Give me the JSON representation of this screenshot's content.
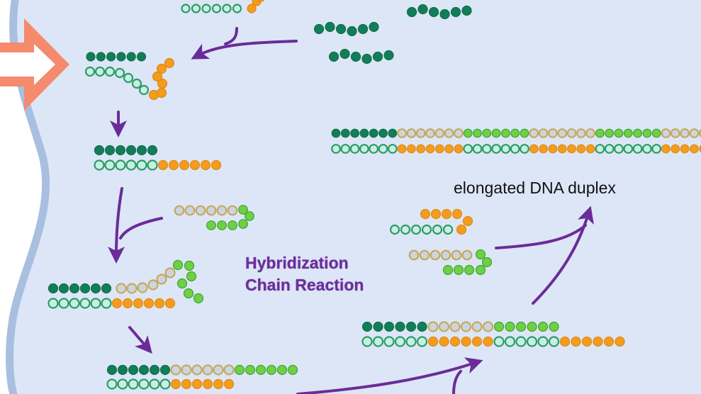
{
  "diagram": {
    "title_line1": "Hybridization",
    "title_line2": "Chain Reaction",
    "product_label": "elongated DNA duplex",
    "legend_colors": {
      "background": "#dde6f7",
      "cell_exterior": "#ffffff",
      "membrane": "#a9bfdf",
      "entry_arrow": "#f58a6c",
      "process_arrow": "#6a2c98",
      "initiator_fill": "#127e58",
      "initiator_stroke": "#0f6f4c",
      "domain_a_fill": "#c9d6e2",
      "domain_a_stroke": "#c9a85a",
      "domain_b_fill": "#f39c1e",
      "domain_b_stroke": "#e08a12",
      "domain_c_fill": "#6fcf46",
      "domain_c_stroke": "#3da52e",
      "domain_d_fill": "#c8f0e2",
      "domain_d_stroke": "#2e9a68"
    },
    "components": [
      {
        "name": "free-initiator-strand",
        "count": 3,
        "beads_each": 6
      },
      {
        "name": "hairpin-h1",
        "segments": [
          "open-green",
          "orange-loop"
        ]
      },
      {
        "name": "hairpin-h2",
        "segments": [
          "tan-open",
          "green-loop"
        ]
      },
      {
        "name": "initiator-hairpin-complex",
        "segments": [
          "initiator",
          "open-green",
          "orange"
        ]
      },
      {
        "name": "intermediate-duplex",
        "segments": [
          "initiator/open-green",
          "tan/orange",
          "green"
        ]
      },
      {
        "name": "growing-duplex",
        "segments": [
          "initiator/open-green",
          "tan/orange",
          "green/open-green",
          "orange"
        ]
      },
      {
        "name": "elongated-duplex",
        "repeats": 6
      }
    ]
  }
}
